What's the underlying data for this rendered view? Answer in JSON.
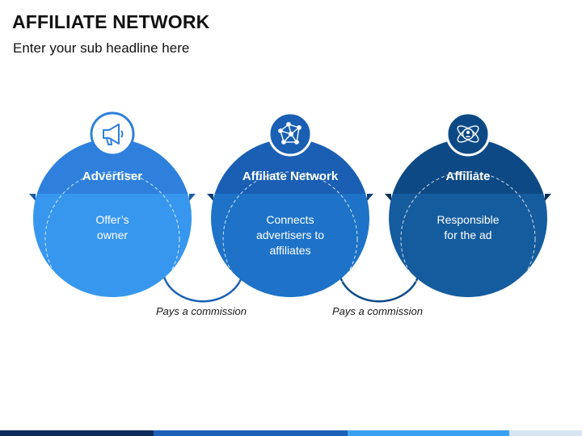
{
  "header": {
    "title": "AFFILIATE NETWORK",
    "subtitle": "Enter your sub headline here"
  },
  "steps": [
    {
      "title": "Advertiser",
      "description": "Offer’s\nowner",
      "icon": "megaphone-icon",
      "colors": {
        "header": "#2f80dd",
        "body": "#3797ee",
        "icon_border": "#2f80dd"
      }
    },
    {
      "title": "Affiliate Network",
      "description": "Connects\nadvertisers to\naffiliates",
      "icon": "network-icon",
      "colors": {
        "header": "#1a5fb4",
        "body": "#1e73c8",
        "icon_border": "#1a5fb4"
      }
    },
    {
      "title": "Affiliate",
      "description": "Responsible\nfor the ad",
      "icon": "atom-user-icon",
      "colors": {
        "header": "#0d4a85",
        "body": "#155c9f",
        "icon_border": "#0d4a85"
      }
    }
  ],
  "connectors": [
    {
      "label": "Pays a commission"
    },
    {
      "label": "Pays a commission"
    }
  ],
  "bottom_bar_colors": [
    "#0e2a5c",
    "#1e5fb8",
    "#3aa0f0",
    "#d8e4f2"
  ]
}
